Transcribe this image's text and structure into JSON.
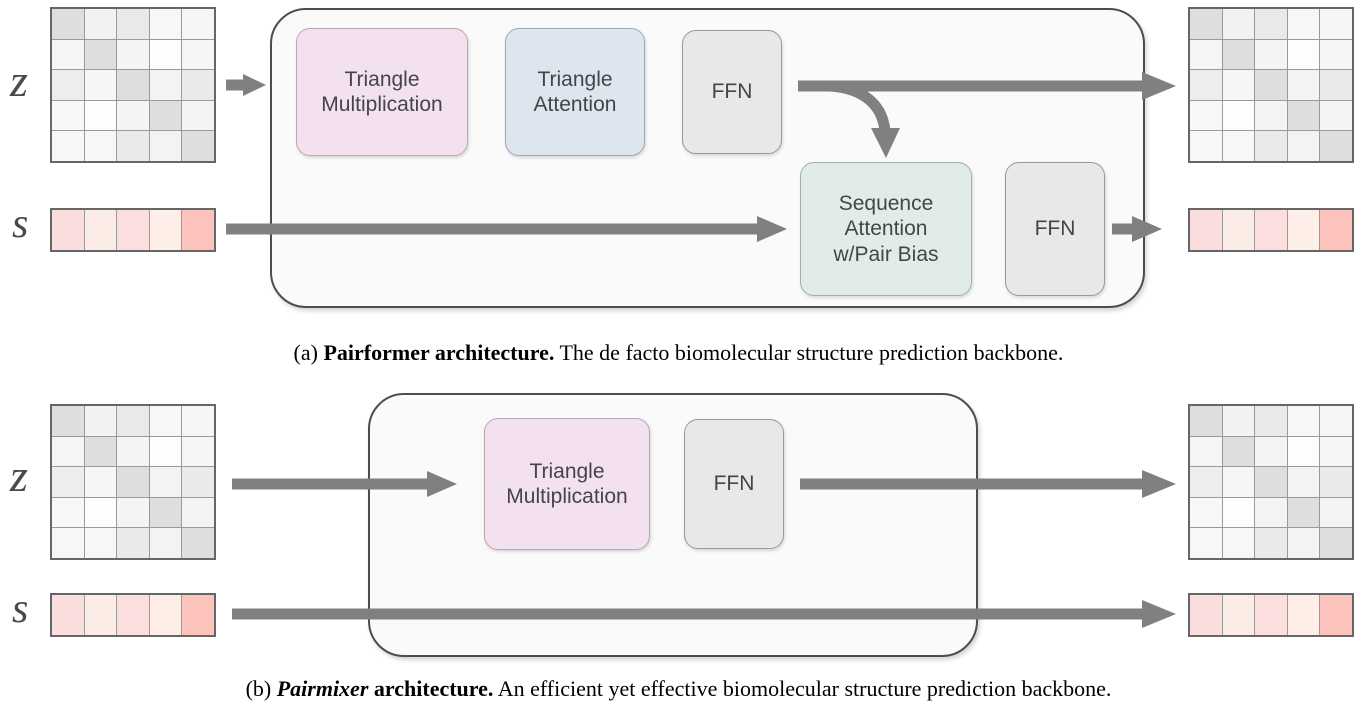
{
  "figure_a": {
    "label_z": "z",
    "label_s": "s",
    "modules": [
      {
        "name": "triangle-multiplication",
        "label": "Triangle\nMultiplication",
        "color": "#f4e1f0"
      },
      {
        "name": "triangle-attention",
        "label": "Triangle\nAttention",
        "color": "#dde6ee"
      },
      {
        "name": "ffn-pair",
        "label": "FFN",
        "color": "#e8e8e8"
      },
      {
        "name": "sequence-attention",
        "label": "Sequence\nAttention\nw/Pair Bias",
        "color": "#e2ece6"
      },
      {
        "name": "ffn-single",
        "label": "FFN",
        "color": "#e8e8e8"
      }
    ],
    "input_matrix": [
      [
        "#dedede",
        "#f2f2f2",
        "#e9e9e9",
        "#f7f7f7",
        "#f6f6f6"
      ],
      [
        "#f5f5f5",
        "#dedede",
        "#f4f4f4",
        "#fdfdfd",
        "#f6f6f6"
      ],
      [
        "#ededed",
        "#f6f6f6",
        "#dedede",
        "#f3f3f3",
        "#eaeaea"
      ],
      [
        "#f8f8f8",
        "#fdfdfd",
        "#f4f4f4",
        "#dedede",
        "#f4f4f4"
      ],
      [
        "#f7f7f7",
        "#f7f7f7",
        "#eaeaea",
        "#f3f3f3",
        "#dedede"
      ]
    ],
    "output_matrix": [
      [
        "#dedede",
        "#f2f2f2",
        "#e9e9e9",
        "#f7f7f7",
        "#f6f6f6"
      ],
      [
        "#f5f5f5",
        "#dedede",
        "#f4f4f4",
        "#fdfdfd",
        "#f6f6f6"
      ],
      [
        "#ededed",
        "#f6f6f6",
        "#dedede",
        "#f3f3f3",
        "#eaeaea"
      ],
      [
        "#f8f8f8",
        "#fdfdfd",
        "#f4f4f4",
        "#dedede",
        "#f4f4f4"
      ],
      [
        "#f7f7f7",
        "#f7f7f7",
        "#eaeaea",
        "#f3f3f3",
        "#dedede"
      ]
    ],
    "input_vector": [
      "#fadede",
      "#fcece6",
      "#fbdedd",
      "#fdeee8",
      "#fcc3bd"
    ],
    "output_vector": [
      "#fadede",
      "#fcece6",
      "#fbdedd",
      "#fdeee8",
      "#fcc3bd"
    ],
    "caption": {
      "index": "(a) ",
      "bold": "Pairformer architecture.",
      "rest": " The de facto biomolecular structure prediction backbone."
    }
  },
  "figure_b": {
    "label_z": "z",
    "label_s": "s",
    "modules": [
      {
        "name": "triangle-multiplication",
        "label": "Triangle\nMultiplication",
        "color": "#f4e1f0"
      },
      {
        "name": "ffn-pair",
        "label": "FFN",
        "color": "#e8e8e8"
      }
    ],
    "input_matrix": [
      [
        "#dedede",
        "#f2f2f2",
        "#e9e9e9",
        "#f7f7f7",
        "#f6f6f6"
      ],
      [
        "#f5f5f5",
        "#dedede",
        "#f4f4f4",
        "#fdfdfd",
        "#f6f6f6"
      ],
      [
        "#ededed",
        "#f6f6f6",
        "#dedede",
        "#f3f3f3",
        "#eaeaea"
      ],
      [
        "#f8f8f8",
        "#fdfdfd",
        "#f4f4f4",
        "#dedede",
        "#f4f4f4"
      ],
      [
        "#f7f7f7",
        "#f7f7f7",
        "#eaeaea",
        "#f3f3f3",
        "#dedede"
      ]
    ],
    "output_matrix": [
      [
        "#dedede",
        "#f2f2f2",
        "#e9e9e9",
        "#f7f7f7",
        "#f6f6f6"
      ],
      [
        "#f5f5f5",
        "#dedede",
        "#f4f4f4",
        "#fdfdfd",
        "#f6f6f6"
      ],
      [
        "#ededed",
        "#f6f6f6",
        "#dedede",
        "#f3f3f3",
        "#eaeaea"
      ],
      [
        "#f8f8f8",
        "#fdfdfd",
        "#f4f4f4",
        "#dedede",
        "#f4f4f4"
      ],
      [
        "#f7f7f7",
        "#f7f7f7",
        "#eaeaea",
        "#f3f3f3",
        "#dedede"
      ]
    ],
    "input_vector": [
      "#fadede",
      "#fcece6",
      "#fbdedd",
      "#fdeee8",
      "#fcc3bd"
    ],
    "output_vector": [
      "#fadede",
      "#fcece6",
      "#fbdedd",
      "#fdeee8",
      "#fcc3bd"
    ],
    "caption": {
      "index": "(b) ",
      "bolditalic": "Pairmixer",
      "bold": " architecture.",
      "rest": " An efficient yet effective biomolecular structure prediction backbone."
    }
  },
  "style": {
    "arrow_color": "#808080",
    "container_fill": "#fafafa",
    "container_stroke": "#4d4d4d"
  }
}
